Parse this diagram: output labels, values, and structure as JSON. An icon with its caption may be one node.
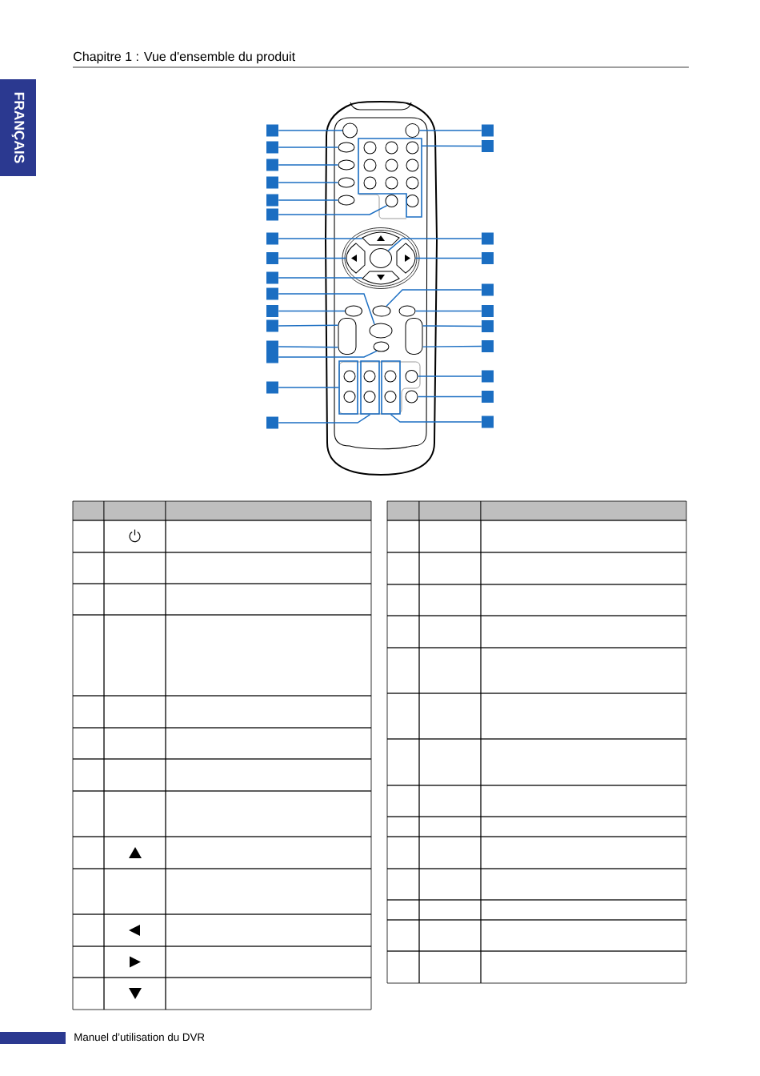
{
  "diagram": {
    "title": "Chapitre 1 : Vue d'ensemble du produit",
    "nodes": [
      {
        "text": [],
        "shape": "box"
      },
      {
        "text": [],
        "shape": "box"
      },
      {
        "text": [],
        "shape": "box"
      },
      {
        "text": [],
        "shape": "box"
      },
      {
        "text": [],
        "shape": "box"
      },
      {
        "text": [],
        "shape": "box"
      },
      {
        "text": [],
        "shape": "box"
      },
      {
        "text": [],
        "shape": "box"
      },
      {
        "text": [],
        "shape": "box"
      },
      {
        "text": [],
        "shape": "box"
      },
      {
        "text": [],
        "shape": "box"
      },
      {
        "text": [],
        "shape": "box"
      },
      {
        "text": [],
        "shape": "box"
      },
      {
        "text": [],
        "shape": "box"
      },
      {
        "text": [],
        "shape": "box"
      },
      {
        "text": [],
        "shape": "box"
      },
      {
        "text": [],
        "shape": "box"
      },
      {
        "text": [],
        "shape": "box"
      },
      {
        "text": [],
        "shape": "box"
      },
      {
        "text": [],
        "shape": "box"
      },
      {
        "text": [],
        "shape": "box"
      },
      {
        "text": [],
        "shape": "box"
      },
      {
        "text": [],
        "shape": "box"
      },
      {
        "text": [],
        "shape": "box"
      },
      {
        "text": [],
        "shape": "box"
      },
      {
        "text": [],
        "shape": "box"
      },
      {
        "text": [],
        "shape": "box"
      },
      {
        "text": [],
        "shape": "circle"
      },
      {
        "text": [],
        "shape": "ellipse"
      },
      {
        "text": [],
        "shape": "ellipse"
      },
      {
        "text": [],
        "shape": "ellipse"
      },
      {
        "text": [],
        "shape": "ellipse"
      },
      {
        "text": [],
        "shape": "circle"
      },
      {
        "text": [],
        "shape": "segment"
      },
      {
        "text": [],
        "shape": "segment"
      },
      {
        "text": [],
        "shape": "segment"
      },
      {
        "text": [],
        "shape": "ellipse"
      },
      {
        "text": [],
        "shape": "ellipse"
      },
      {
        "text": [],
        "shape": "rocker"
      },
      {
        "text": [],
        "shape": "ellipse"
      },
      {
        "text": [],
        "shape": "box"
      },
      {
        "text": [],
        "shape": "box"
      },
      {
        "text": [],
        "shape": "circle"
      },
      {
        "text": [],
        "shape": "box"
      },
      {
        "text": [],
        "shape": "ellipse"
      },
      {
        "text": [],
        "shape": "segment"
      },
      {
        "text": [],
        "shape": "ellipse"
      },
      {
        "text": [],
        "shape": "ellipse"
      },
      {
        "text": [],
        "shape": "rocker"
      },
      {
        "text": [],
        "shape": "circle"
      },
      {
        "text": [],
        "shape": "circle"
      },
      {
        "text": [],
        "shape": "box"
      }
    ],
    "edges": [
      {
        "from": 0,
        "to": 27,
        "arrow": "none"
      },
      {
        "from": 1,
        "to": 28,
        "arrow": "none"
      },
      {
        "from": 2,
        "to": 29,
        "arrow": "none"
      },
      {
        "from": 3,
        "to": 30,
        "arrow": "none"
      },
      {
        "from": 4,
        "to": 31,
        "arrow": "none"
      },
      {
        "from": 5,
        "to": 32,
        "arrow": "none"
      },
      {
        "from": 6,
        "to": 33,
        "arrow": "none"
      },
      {
        "from": 7,
        "to": 34,
        "arrow": "none"
      },
      {
        "from": 8,
        "to": 35,
        "arrow": "none"
      },
      {
        "from": 9,
        "to": 36,
        "arrow": "none"
      },
      {
        "from": 10,
        "to": 37,
        "arrow": "none"
      },
      {
        "from": 11,
        "to": 38,
        "arrow": "none"
      },
      {
        "from": 12,
        "to": 38,
        "arrow": "none"
      },
      {
        "from": 13,
        "to": 39,
        "arrow": "none"
      },
      {
        "from": 14,
        "to": 40,
        "arrow": "none"
      },
      {
        "from": 15,
        "to": 41,
        "arrow": "none"
      },
      {
        "from": 16,
        "to": 42,
        "arrow": "none"
      },
      {
        "from": 17,
        "to": 43,
        "arrow": "none"
      },
      {
        "from": 18,
        "to": 44,
        "arrow": "none"
      },
      {
        "from": 19,
        "to": 45,
        "arrow": "none"
      },
      {
        "from": 20,
        "to": 46,
        "arrow": "none"
      },
      {
        "from": 21,
        "to": 47,
        "arrow": "none"
      },
      {
        "from": 22,
        "to": 48,
        "arrow": "none"
      },
      {
        "from": 23,
        "to": 48,
        "arrow": "none"
      },
      {
        "from": 24,
        "to": 49,
        "arrow": "none"
      },
      {
        "from": 25,
        "to": 50,
        "arrow": "none"
      },
      {
        "from": 26,
        "to": 51,
        "arrow": "none"
      }
    ],
    "labels": [
      "FRANÇAIS",
      "Manuel d’utilisation du DVR"
    ]
  }
}
